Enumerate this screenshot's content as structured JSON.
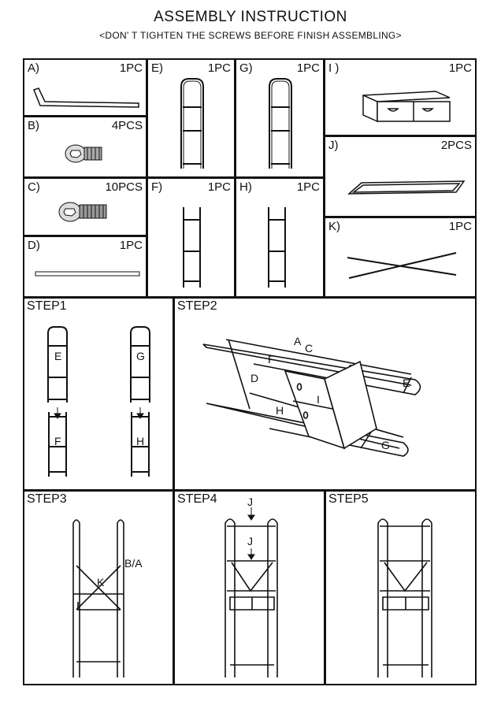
{
  "header": {
    "title": "ASSEMBLY INSTRUCTION",
    "subtitle": "<DON' T TIGHTEN THE SCREWS BEFORE FINISH ASSEMBLING>"
  },
  "parts": [
    {
      "label": "A)",
      "qty": "1PC",
      "icon": "allen-key"
    },
    {
      "label": "B)",
      "qty": "4PCS",
      "icon": "short-screw"
    },
    {
      "label": "C)",
      "qty": "10PCS",
      "icon": "long-screw"
    },
    {
      "label": "D)",
      "qty": "1PC",
      "icon": "rod"
    },
    {
      "label": "E)",
      "qty": "1PC",
      "icon": "tall-frame"
    },
    {
      "label": "F)",
      "qty": "1PC",
      "icon": "short-frame"
    },
    {
      "label": "G)",
      "qty": "1PC",
      "icon": "tall-frame"
    },
    {
      "label": "H)",
      "qty": "1PC",
      "icon": "short-frame"
    },
    {
      "label": "I )",
      "qty": "1PC",
      "icon": "drawer-box"
    },
    {
      "label": "J)",
      "qty": "2PCS",
      "icon": "shelf-tray"
    },
    {
      "label": "K)",
      "qty": "1PC",
      "icon": "cross-brace"
    }
  ],
  "steps": [
    {
      "label": "STEP1",
      "callouts": [
        "E",
        "F",
        "G",
        "H"
      ]
    },
    {
      "label": "STEP2",
      "callouts": [
        "A",
        "C",
        "F",
        "D",
        "E",
        "H",
        "I",
        "G"
      ]
    },
    {
      "label": "STEP3",
      "callouts": [
        "B/A",
        "K"
      ]
    },
    {
      "label": "STEP4",
      "callouts": [
        "J",
        "J"
      ]
    },
    {
      "label": "STEP5",
      "callouts": []
    }
  ]
}
